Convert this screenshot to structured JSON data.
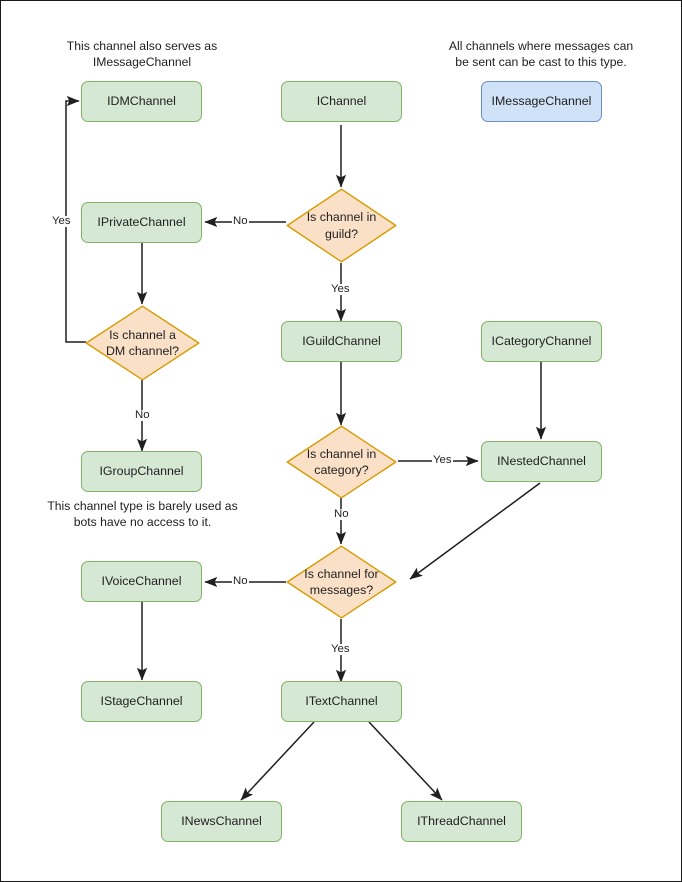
{
  "diagram": {
    "title": "Discord channel interface type decision flowchart",
    "colors": {
      "node_fill_green": "#d5e8d4",
      "node_border_green": "#82b366",
      "node_fill_blue": "#cfe2f7",
      "node_border_blue": "#6c8ebf",
      "decision_fill": "#fbe0c8",
      "decision_border": "#d79b00",
      "edge_color": "#1f1f1f",
      "text_color": "#1f1f1f",
      "page_border": "#1a1a1a",
      "background": "#ffffff"
    },
    "notes": [
      {
        "id": "note-dm",
        "text": "This channel also serves as\nIMessageChannel"
      },
      {
        "id": "note-message",
        "text": "All channels where messages can\nbe sent can be cast to this type."
      },
      {
        "id": "note-group",
        "text": "This channel type is barely used as\nbots have no access to it."
      }
    ],
    "nodes": [
      {
        "id": "idmchannel",
        "label": "IDMChannel",
        "shape": "rounded-rect",
        "style": "green"
      },
      {
        "id": "ichannel",
        "label": "IChannel",
        "shape": "rounded-rect",
        "style": "green"
      },
      {
        "id": "imessagechannel",
        "label": "IMessageChannel",
        "shape": "rounded-rect",
        "style": "blue"
      },
      {
        "id": "iprivatechannel",
        "label": "IPrivateChannel",
        "shape": "rounded-rect",
        "style": "green"
      },
      {
        "id": "iguildchannel",
        "label": "IGuildChannel",
        "shape": "rounded-rect",
        "style": "green"
      },
      {
        "id": "icategorychannel",
        "label": "ICategoryChannel",
        "shape": "rounded-rect",
        "style": "green"
      },
      {
        "id": "igroupchannel",
        "label": "IGroupChannel",
        "shape": "rounded-rect",
        "style": "green"
      },
      {
        "id": "inestedchannel",
        "label": "INestedChannel",
        "shape": "rounded-rect",
        "style": "green"
      },
      {
        "id": "ivoicechannel",
        "label": "IVoiceChannel",
        "shape": "rounded-rect",
        "style": "green"
      },
      {
        "id": "istagechannel",
        "label": "IStageChannel",
        "shape": "rounded-rect",
        "style": "green"
      },
      {
        "id": "itextchannel",
        "label": "ITextChannel",
        "shape": "rounded-rect",
        "style": "green"
      },
      {
        "id": "inewschannel",
        "label": "INewsChannel",
        "shape": "rounded-rect",
        "style": "green"
      },
      {
        "id": "ithreadchannel",
        "label": "IThreadChannel",
        "shape": "rounded-rect",
        "style": "green"
      }
    ],
    "decisions": [
      {
        "id": "is-in-guild",
        "label": "Is channel in\nguild?"
      },
      {
        "id": "is-dm-channel",
        "label": "Is channel a\nDM channel?"
      },
      {
        "id": "is-in-category",
        "label": "Is channel in\ncategory?"
      },
      {
        "id": "is-for-messages",
        "label": "Is channel for\nmessages?"
      }
    ],
    "edges": [
      {
        "from": "ichannel",
        "to": "is-in-guild",
        "label": ""
      },
      {
        "from": "is-in-guild",
        "to": "iprivatechannel",
        "label": "No"
      },
      {
        "from": "is-in-guild",
        "to": "iguildchannel",
        "label": "Yes"
      },
      {
        "from": "iprivatechannel",
        "to": "is-dm-channel",
        "label": ""
      },
      {
        "from": "is-dm-channel",
        "to": "idmchannel",
        "label": "Yes"
      },
      {
        "from": "is-dm-channel",
        "to": "igroupchannel",
        "label": "No"
      },
      {
        "from": "iguildchannel",
        "to": "is-in-category",
        "label": ""
      },
      {
        "from": "is-in-category",
        "to": "inestedchannel",
        "label": "Yes"
      },
      {
        "from": "is-in-category",
        "to": "is-for-messages",
        "label": "No"
      },
      {
        "from": "icategorychannel",
        "to": "inestedchannel",
        "label": ""
      },
      {
        "from": "inestedchannel",
        "to": "is-for-messages",
        "label": ""
      },
      {
        "from": "is-for-messages",
        "to": "ivoicechannel",
        "label": "No"
      },
      {
        "from": "is-for-messages",
        "to": "itextchannel",
        "label": "Yes"
      },
      {
        "from": "ivoicechannel",
        "to": "istagechannel",
        "label": ""
      },
      {
        "from": "itextchannel",
        "to": "inewschannel",
        "label": ""
      },
      {
        "from": "itextchannel",
        "to": "ithreadchannel",
        "label": ""
      }
    ],
    "edge_labels": {
      "guild_no": "No",
      "guild_yes": "Yes",
      "dm_yes": "Yes",
      "dm_no": "No",
      "category_yes": "Yes",
      "category_no": "No",
      "messages_no": "No",
      "messages_yes": "Yes"
    }
  }
}
